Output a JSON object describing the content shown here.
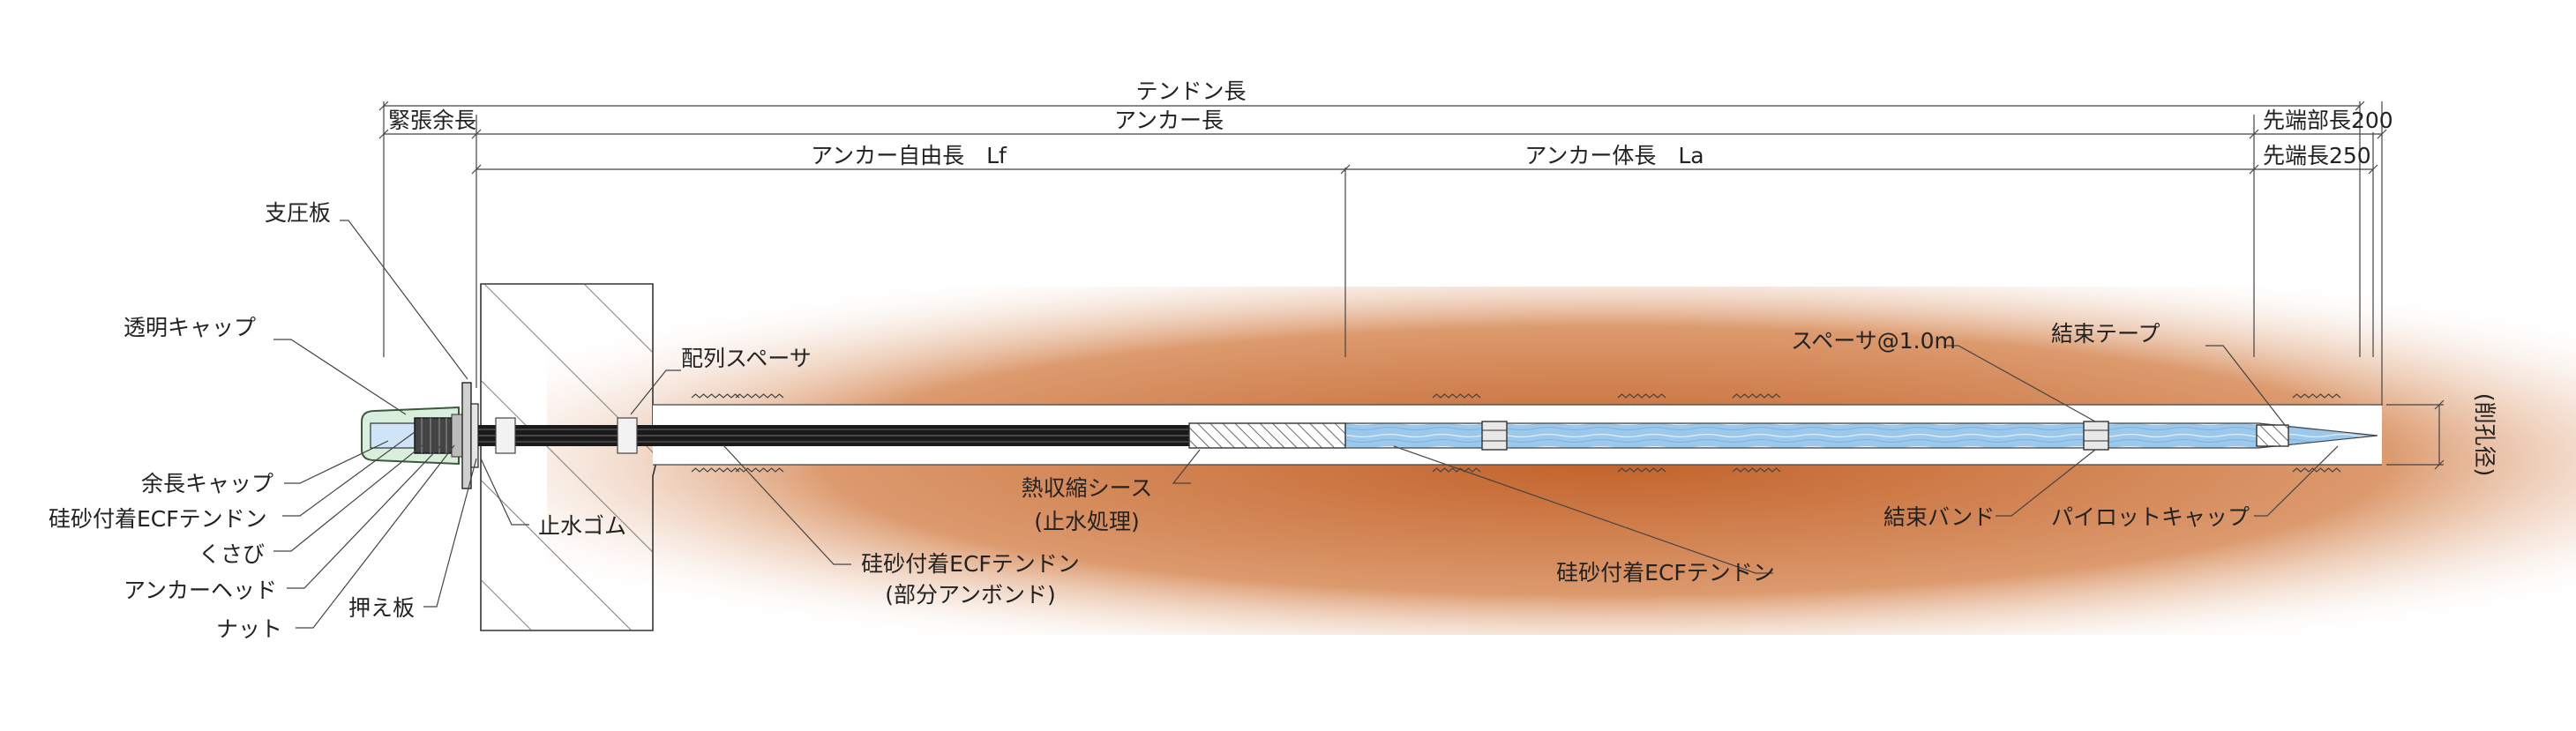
{
  "dimensions": {
    "tendon_length": "テンドン長",
    "tension_extra_length": "緊張余長",
    "anchor_length": "アンカー長",
    "tip_part_length": "先端部長200",
    "free_length": "アンカー自由長　Lf",
    "body_length": "アンカー体長　La",
    "tip_length": "先端長250",
    "drill_diameter": "(削孔径)"
  },
  "labels": {
    "bearing_plate": "支圧板",
    "transparent_cap": "透明キャップ",
    "array_spacer": "配列スペーサ",
    "extra_cap": "余長キャップ",
    "ecf_tendon_head": "硅砂付着ECFテンドン",
    "wedge": "くさび",
    "anchor_head": "アンカーヘッド",
    "nut": "ナット",
    "press_plate": "押え板",
    "waterstop_rubber": "止水ゴム",
    "heat_shrink_line1": "熱収縮シース",
    "heat_shrink_line2": "(止水処理)",
    "ecf_partial_line1": "硅砂付着ECFテンドン",
    "ecf_partial_line2": "(部分アンボンド)",
    "ecf_tendon_body": "硅砂付着ECFテンドン",
    "spacer": "スペーサ@1.0m",
    "binding_tape": "結束テープ",
    "binding_band": "結束バンド",
    "pilot_cap": "パイロットキャップ"
  },
  "colors": {
    "soil_center": "#c2622a",
    "soil_mid": "#dc9a6e",
    "soil_edge": "#ffffff",
    "concrete": "#c7c4bf",
    "grout_blue": "#9cc8ec",
    "grout_light": "#e6f2fc",
    "tendon_dark": "#1a1a1a",
    "sheath_hatch": "#555555"
  }
}
